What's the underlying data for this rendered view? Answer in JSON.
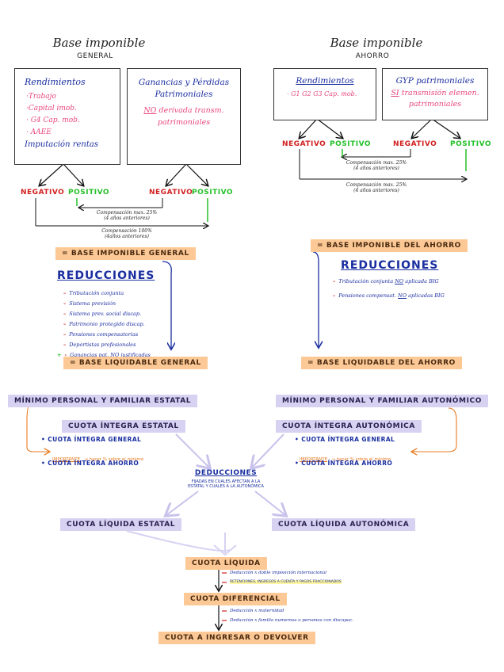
{
  "left_header": {
    "title": "Base imponible",
    "subtitle": "GENERAL"
  },
  "right_header": {
    "title": "Base imponible",
    "subtitle": "AHORRO"
  },
  "left_box1": {
    "heading": "Rendimientos",
    "items": [
      "·Trabajo",
      "·Capital imob.",
      "· G4 Cap. mob.",
      "· AAEE"
    ],
    "footer": "Imputación rentas"
  },
  "left_box2": {
    "heading": "Ganancias y Pérdidas Patrimoniales",
    "no": "NO",
    "text": "derivada transm. patrimoniales"
  },
  "right_box1": {
    "heading": "Rendimientos",
    "items": [
      "· G1 G2 G3 Cap. mob."
    ]
  },
  "right_box2": {
    "heading": "GYP patrimoniales",
    "si": "SI",
    "text": "transmisión elemen. patrimoniales"
  },
  "labels": {
    "negativo": "NEGATIVO",
    "positivo": "POSITIVO"
  },
  "left_comp1": {
    "line1": "Compensación max. 25%",
    "line2": "(4 años anteriores)"
  },
  "left_comp2": {
    "line1": "Compensación 100%",
    "line2": "(4años anteriores)"
  },
  "right_comp1": {
    "line1": "Compensación max. 25%",
    "line2": "(4 años anteriores)"
  },
  "right_comp2": {
    "line1": "Compensación max. 25%",
    "line2": "(4 años anteriores)"
  },
  "left_flow": {
    "base_imponible": "= BASE IMPONIBLE GENERAL",
    "reducciones": "REDUCCIONES",
    "list": [
      "Tributación conjunta",
      "Sistema previsión",
      "Sistema prev. social discap.",
      "Patrimonio protegido discap.",
      "Pensiones compensatorias",
      "Deportistas profesionales"
    ],
    "last_item_prefix": "Ganancias pat.",
    "last_item_no": "NO",
    "last_item_suffix": "justificadas",
    "base_liquidable": "= BASE LIQUIDABLE GENERAL"
  },
  "right_flow": {
    "base_imponible": "= BASE IMPONIBLE DEL AHORRO",
    "reducciones": "REDUCCIONES",
    "list": [
      {
        "prefix": "Tributación conjunta",
        "no": "NO",
        "suffix": "aplicada BIG"
      },
      {
        "prefix": "Pensiones compensat.",
        "no": "NO",
        "suffix": "aplicadas BIG"
      }
    ],
    "base_liquidable": "= BASE LIQUIDABLE DEL AHORRO"
  },
  "minimo_estatal": "MÍNIMO PERSONAL Y FAMILIAR ESTATAL",
  "minimo_autonomico": "MÍNIMO PERSONAL Y FAMILIAR AUTONÓMICO",
  "cuota_integra_estatal": "CUOTA ÍNTEGRA ESTATAL",
  "cuota_integra_autonomica": "CUOTA ÍNTEGRA AUTONÓMICA",
  "left_cuotas": [
    "• CUOTA ÍNTEGRA GENERAL",
    "• CUOTA ÍNTEGRA AHORRO"
  ],
  "right_cuotas": [
    "• CUOTA ÍNTEGRA GENERAL",
    "• CUOTA ÍNTEGRA AHORRO"
  ],
  "importante_left": {
    "label": "IMPORTANTE",
    "text": "→ hacer % sobre el mínimo"
  },
  "importante_right": {
    "label": "IMPORTANTE",
    "text": "→ hacer % sobre el mínimo"
  },
  "deducciones": {
    "title": "DEDUCCIONES",
    "line1": "FIJADAS EN CUALES AFECTAN A LA",
    "line2": "ESTATAL Y CUALES A LA AUTONÓMICA"
  },
  "cuota_liquida_estatal": "CUOTA LÍQUIDA ESTATAL",
  "cuota_liquida_autonomica": "CUOTA LÍQUIDA AUTONÓMICA",
  "cuota_liquida": "CUOTA LÍQUIDA",
  "cuota_liquida_notes": [
    "Deducción x doble imposición internacional",
    "RETENCIONES, INGRESOS A CUENTA Y PAGOS FRACCIONADOS"
  ],
  "cuota_diferencial": "CUOTA DIFERENCIAL",
  "cuota_diferencial_notes": [
    "Deducción x maternidad",
    "Deducción x familia numerosa o personas con discapac."
  ],
  "final": "CUOTA A INGRESAR O DEVOLVER",
  "colors": {
    "orange": "#fcc996",
    "purple": "#d8d2f2",
    "blue": "#1a2ea0",
    "pink": "#e8467c",
    "red": "#d21f1f",
    "green": "#25c02a"
  }
}
